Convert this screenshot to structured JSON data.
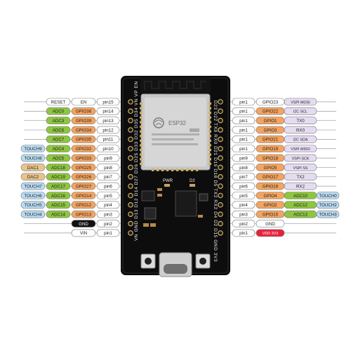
{
  "colors": {
    "gray": "#ffffff",
    "green": "#8dc63f",
    "orange": "#f4a460",
    "blue": "#b9dcf3",
    "tan": "#e8c48c",
    "lavender": "#e6dcf2",
    "black": "#111111",
    "red": "#e8203c",
    "board": "#0d0d0d",
    "chip": "#c8c8c8"
  },
  "left_rows": [
    {
      "cells": [
        {
          "text": "",
          "color": ""
        },
        {
          "text": "RESET",
          "color": "gray"
        },
        {
          "text": "EN",
          "color": "gray"
        },
        {
          "text": "pin15",
          "color": "gray"
        }
      ]
    },
    {
      "cells": [
        {
          "text": "",
          "color": ""
        },
        {
          "text": "ADC0",
          "color": "green"
        },
        {
          "text": "GPIO36",
          "color": "orange"
        },
        {
          "text": "pin14",
          "color": "gray"
        }
      ]
    },
    {
      "cells": [
        {
          "text": "",
          "color": ""
        },
        {
          "text": "ADC3",
          "color": "green"
        },
        {
          "text": "GPIO39",
          "color": "orange"
        },
        {
          "text": "pin13",
          "color": "gray"
        }
      ]
    },
    {
      "cells": [
        {
          "text": "",
          "color": ""
        },
        {
          "text": "ADC6",
          "color": "green"
        },
        {
          "text": "GPIO34",
          "color": "orange"
        },
        {
          "text": "pin12",
          "color": "gray"
        }
      ]
    },
    {
      "cells": [
        {
          "text": "",
          "color": ""
        },
        {
          "text": "ADC7",
          "color": "green"
        },
        {
          "text": "GPIO35",
          "color": "orange"
        },
        {
          "text": "pin11",
          "color": "gray"
        }
      ]
    },
    {
      "cells": [
        {
          "text": "TOUCH9",
          "color": "blue"
        },
        {
          "text": "ADC4",
          "color": "green"
        },
        {
          "text": "GPIO32",
          "color": "orange"
        },
        {
          "text": "pin10",
          "color": "gray"
        }
      ]
    },
    {
      "cells": [
        {
          "text": "TOUCH8",
          "color": "blue"
        },
        {
          "text": "ADC5",
          "color": "green"
        },
        {
          "text": "GPIO33",
          "color": "orange"
        },
        {
          "text": "pin9",
          "color": "gray"
        }
      ]
    },
    {
      "cells": [
        {
          "text": "DAC1",
          "color": "tan"
        },
        {
          "text": "ADC18",
          "color": "green"
        },
        {
          "text": "GPIO25",
          "color": "orange"
        },
        {
          "text": "pin8",
          "color": "gray"
        }
      ]
    },
    {
      "cells": [
        {
          "text": "DAC2",
          "color": "tan"
        },
        {
          "text": "ADC19",
          "color": "green"
        },
        {
          "text": "GPIO26",
          "color": "orange"
        },
        {
          "text": "pin7",
          "color": "gray"
        }
      ]
    },
    {
      "cells": [
        {
          "text": "TOUCH7",
          "color": "blue"
        },
        {
          "text": "ADC17",
          "color": "green"
        },
        {
          "text": "GPIO27",
          "color": "orange"
        },
        {
          "text": "pin6",
          "color": "gray"
        }
      ]
    },
    {
      "cells": [
        {
          "text": "TOUCH6",
          "color": "blue"
        },
        {
          "text": "ADC16",
          "color": "green"
        },
        {
          "text": "GPIO14",
          "color": "orange"
        },
        {
          "text": "pin5",
          "color": "gray"
        }
      ]
    },
    {
      "cells": [
        {
          "text": "TOUCH5",
          "color": "blue"
        },
        {
          "text": "ADC15",
          "color": "green"
        },
        {
          "text": "GPIO12",
          "color": "orange"
        },
        {
          "text": "pin4",
          "color": "gray"
        }
      ]
    },
    {
      "cells": [
        {
          "text": "TOUCH4",
          "color": "blue"
        },
        {
          "text": "ADC14",
          "color": "green"
        },
        {
          "text": "GPIO13",
          "color": "orange"
        },
        {
          "text": "pin3",
          "color": "gray"
        }
      ]
    },
    {
      "cells": [
        {
          "text": "",
          "color": ""
        },
        {
          "text": "",
          "color": ""
        },
        {
          "text": "GND",
          "color": "black"
        },
        {
          "text": "pin2",
          "color": "gray"
        }
      ]
    },
    {
      "cells": [
        {
          "text": "",
          "color": ""
        },
        {
          "text": "",
          "color": ""
        },
        {
          "text": "VIN",
          "color": "gray"
        },
        {
          "text": "pin1",
          "color": "gray"
        }
      ]
    }
  ],
  "right_rows": [
    {
      "cells": [
        {
          "text": "pin1",
          "color": "gray"
        },
        {
          "text": "GPIO23",
          "color": "gray"
        },
        {
          "text": "VSPI MOSI",
          "color": "lavender"
        },
        {
          "text": "",
          "color": ""
        }
      ]
    },
    {
      "cells": [
        {
          "text": "pin1",
          "color": "gray"
        },
        {
          "text": "GPIO22",
          "color": "orange"
        },
        {
          "text": "I2C SCL",
          "color": "lavender"
        },
        {
          "text": "",
          "color": ""
        }
      ]
    },
    {
      "cells": [
        {
          "text": "pin1",
          "color": "gray"
        },
        {
          "text": "GPIO1",
          "color": "orange"
        },
        {
          "text": "TX0",
          "color": "lavender"
        },
        {
          "text": "",
          "color": ""
        }
      ]
    },
    {
      "cells": [
        {
          "text": "pin1",
          "color": "gray"
        },
        {
          "text": "GPIO3",
          "color": "orange"
        },
        {
          "text": "RX0",
          "color": "lavender"
        },
        {
          "text": "",
          "color": ""
        }
      ]
    },
    {
      "cells": [
        {
          "text": "pin1",
          "color": "gray"
        },
        {
          "text": "GPIO21",
          "color": "orange"
        },
        {
          "text": "I2C SDA",
          "color": "lavender"
        },
        {
          "text": "",
          "color": ""
        }
      ]
    },
    {
      "cells": [
        {
          "text": "pin1",
          "color": "gray"
        },
        {
          "text": "GPIO19",
          "color": "orange"
        },
        {
          "text": "VSPI MISO",
          "color": "lavender"
        },
        {
          "text": "",
          "color": ""
        }
      ]
    },
    {
      "cells": [
        {
          "text": "pin9",
          "color": "gray"
        },
        {
          "text": "GPIO18",
          "color": "orange"
        },
        {
          "text": "VSPI SCK",
          "color": "lavender"
        },
        {
          "text": "",
          "color": ""
        }
      ]
    },
    {
      "cells": [
        {
          "text": "pin8",
          "color": "gray"
        },
        {
          "text": "GPIO5",
          "color": "orange"
        },
        {
          "text": "VSPI SS",
          "color": "lavender"
        },
        {
          "text": "",
          "color": ""
        }
      ]
    },
    {
      "cells": [
        {
          "text": "pin7",
          "color": "gray"
        },
        {
          "text": "GPIO17",
          "color": "orange"
        },
        {
          "text": "TX2",
          "color": "lavender"
        },
        {
          "text": "",
          "color": ""
        }
      ]
    },
    {
      "cells": [
        {
          "text": "pin6",
          "color": "gray"
        },
        {
          "text": "GPIO16",
          "color": "orange"
        },
        {
          "text": "RX2",
          "color": "lavender"
        },
        {
          "text": "",
          "color": ""
        }
      ]
    },
    {
      "cells": [
        {
          "text": "pin5",
          "color": "gray"
        },
        {
          "text": "GPIO4",
          "color": "orange"
        },
        {
          "text": "ADC10",
          "color": "green"
        },
        {
          "text": "TOUCH0",
          "color": "blue"
        }
      ]
    },
    {
      "cells": [
        {
          "text": "pin4",
          "color": "gray"
        },
        {
          "text": "GPIO2",
          "color": "orange"
        },
        {
          "text": "ADC12",
          "color": "green"
        },
        {
          "text": "TOUCH2",
          "color": "blue"
        }
      ]
    },
    {
      "cells": [
        {
          "text": "pin3",
          "color": "gray"
        },
        {
          "text": "GPIO15",
          "color": "orange"
        },
        {
          "text": "ADC13",
          "color": "green"
        },
        {
          "text": "TOUCH3",
          "color": "blue"
        }
      ]
    },
    {
      "cells": [
        {
          "text": "pin2",
          "color": "gray"
        },
        {
          "text": "GND",
          "color": "gray"
        },
        {
          "text": "",
          "color": ""
        },
        {
          "text": "",
          "color": ""
        }
      ]
    },
    {
      "cells": [
        {
          "text": "pin1",
          "color": "gray"
        },
        {
          "text": "VDD 3V3",
          "color": "red"
        },
        {
          "text": "",
          "color": ""
        },
        {
          "text": "",
          "color": ""
        }
      ]
    }
  ],
  "board": {
    "module_label": "ESP32",
    "pwr_label": "PWR",
    "d2_label": "D2",
    "left_edge_text": "VN GND D13 D12 D14 D27 D26 D25 D33 D32 D35 D34 VN VP EN",
    "right_edge_text": "D23 D22 TX0 RX0 D21 D19 D18 D5 TX2 RX2 D4 D2 D15 GND 3V3"
  }
}
